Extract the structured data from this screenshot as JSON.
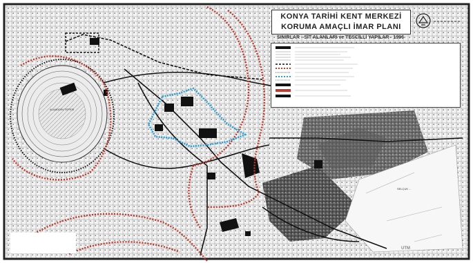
{
  "map": {
    "title_line1": "KONYA TARİHİ KENT MERKEZİ",
    "title_line2": "KORUMA AMAÇLI İMAR PLANI",
    "subtitle": "SINIRLAR - SİT ALANLARI ve TESCİLLİ YAPILAR - 1996",
    "district_label": "ALAADDİN TEPESİ",
    "area_label": "SELÇUK ...",
    "scale_note": "UTM",
    "colors": {
      "urban_boundary": "#c0392b",
      "site_boundary": "#2a9fd6",
      "road_line": "#111111",
      "background": "#f1f1f1"
    }
  }
}
